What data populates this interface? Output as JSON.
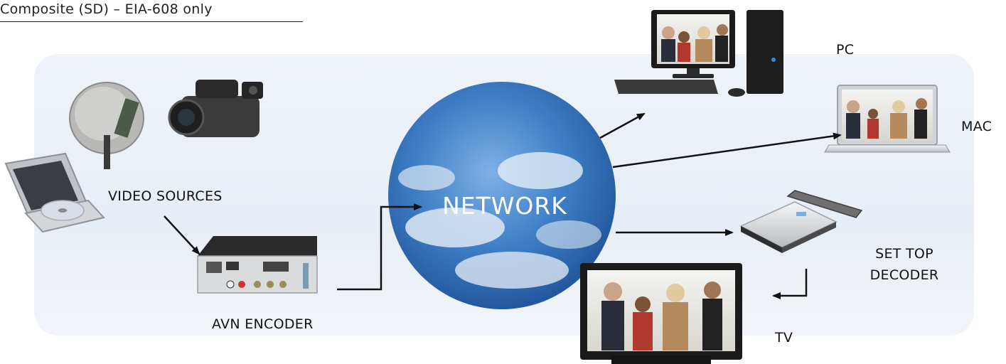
{
  "heading": "Composite (SD) – EIA-608 only",
  "nodes": {
    "video_sources": "VIDEO SOURCES",
    "encoder": "AVN ENCODER",
    "network": "NETWORK",
    "pc": "PC",
    "mac": "MAC",
    "set_top_line1": "SET TOP",
    "set_top_line2": "DECODER",
    "tv": "TV"
  },
  "colors": {
    "panel": "#e9eef4",
    "sky": "#2f6db3",
    "arrow": "#111111",
    "device_dark": "#1b1b1b",
    "device_silver": "#c9ccd0"
  },
  "icons": [
    "satellite-dish-icon",
    "camcorder-icon",
    "dvd-player-icon",
    "encoder-box-icon",
    "network-cloud-icon",
    "pc-icon",
    "mac-laptop-icon",
    "set-top-box-icon",
    "remote-icon",
    "tv-icon"
  ]
}
